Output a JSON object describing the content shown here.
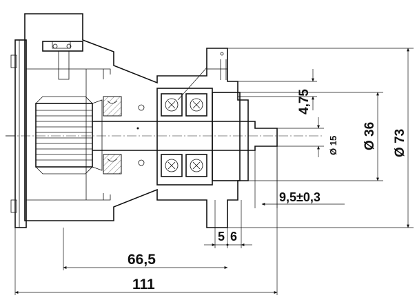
{
  "dimensions": {
    "thread_offset": "4,75",
    "shaft_diameter": "Ø 15",
    "bearing_housing_diameter": "Ø 36",
    "flange_diameter": "Ø 73",
    "flange_offset": "9,5±0,3",
    "gap_a": "5",
    "gap_b": "6",
    "length_inner": "66,5",
    "length_total": "111"
  }
}
